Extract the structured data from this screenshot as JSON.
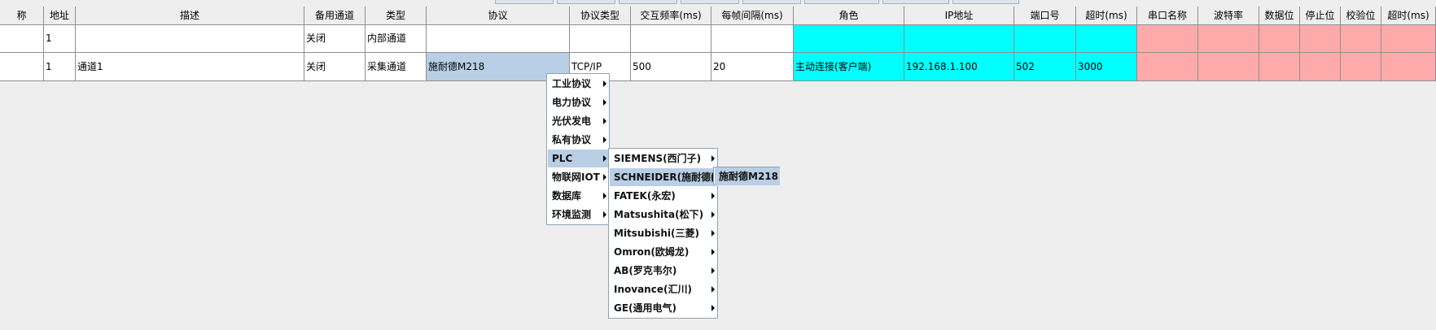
{
  "table": {
    "headers": [
      "称",
      "地址",
      "描述",
      "备用通道",
      "类型",
      "协议",
      "协议类型",
      "交互频率(ms)",
      "每帧间隔(ms)",
      "角色",
      "IP地址",
      "端口号",
      "超时(ms)",
      "串口名称",
      "波特率",
      "数据位",
      "停止位",
      "校验位",
      "超时(ms)"
    ],
    "rows": [
      [
        "",
        "1",
        "",
        "关闭",
        "内部通道",
        "",
        "",
        "",
        "",
        "",
        "",
        "",
        "",
        "",
        "",
        "",
        "",
        "",
        ""
      ],
      [
        "",
        "1",
        "通道1",
        "关闭",
        "采集通道",
        "施耐德M218",
        "TCP/IP",
        "500",
        "20",
        "主动连接(客户端)",
        "192.168.1.100",
        "502",
        "3000",
        "",
        "",
        "",
        "",
        "",
        ""
      ]
    ]
  },
  "menu1": {
    "items": [
      {
        "label": "工业协议",
        "submenu": true
      },
      {
        "label": "电力协议",
        "submenu": true
      },
      {
        "label": "光伏发电",
        "submenu": true
      },
      {
        "label": "私有协议",
        "submenu": true
      },
      {
        "label": "PLC",
        "submenu": true,
        "highlighted": true
      },
      {
        "label": "物联网IOT",
        "submenu": true
      },
      {
        "label": "数据库",
        "submenu": true
      },
      {
        "label": "环境监测",
        "submenu": true
      }
    ]
  },
  "menu2": {
    "items": [
      {
        "label": "SIEMENS(西门子)",
        "submenu": true
      },
      {
        "label": "SCHNEIDER(施耐德)",
        "submenu": true,
        "highlighted": true
      },
      {
        "label": "FATEK(永宏)",
        "submenu": true
      },
      {
        "label": "Matsushita(松下)",
        "submenu": true
      },
      {
        "label": "Mitsubishi(三菱)",
        "submenu": true
      },
      {
        "label": "Omron(欧姆龙)",
        "submenu": true
      },
      {
        "label": "AB(罗克韦尔)",
        "submenu": true
      },
      {
        "label": "Inovance(汇川)",
        "submenu": true
      },
      {
        "label": "GE(通用电气)",
        "submenu": true
      }
    ]
  },
  "menu3": {
    "items": [
      {
        "label": "施耐德M218",
        "highlighted": true
      }
    ]
  },
  "colors": {
    "cyan": "#00ffff",
    "pink": "#ffaaaa",
    "selection": "#b8cfe5",
    "grid": "#8f8f8f"
  }
}
